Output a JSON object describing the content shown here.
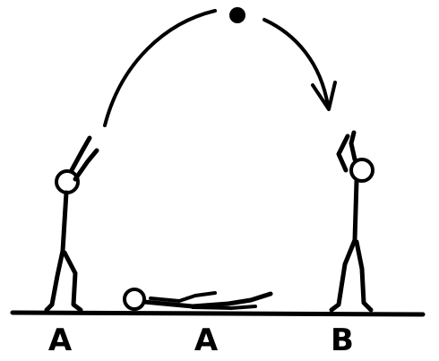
{
  "labels": {
    "start_position": "A",
    "lying_position": "A",
    "end_position": "B"
  },
  "figures": {
    "thrower": "standing-figure-arms-up",
    "catcher": "standing-figure-arms-up",
    "lying": "lying-figure"
  },
  "colors": {
    "ink": "#000000",
    "background": "#ffffff"
  }
}
